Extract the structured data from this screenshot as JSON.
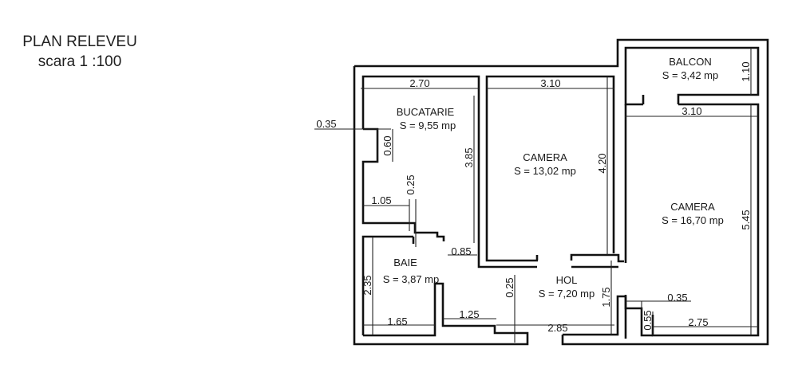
{
  "header": {
    "title": "PLAN RELEVEU",
    "scale": "scara 1 :100"
  },
  "rooms": [
    {
      "name": "BUCATARIE",
      "area": "S = 9,55 mp"
    },
    {
      "name": "CAMERA",
      "area": "S = 13,02 mp"
    },
    {
      "name": "BALCON",
      "area": "S = 3,42 mp"
    },
    {
      "name": "CAMERA",
      "area": "S = 16,70 mp"
    },
    {
      "name": "BAIE",
      "area": "S = 3,87 mp"
    },
    {
      "name": "HOL",
      "area": "S = 7,20 mp"
    }
  ],
  "dimensions": {
    "kitchen_width": "2.70",
    "room1_width": "3.10",
    "room2_width": "3.10",
    "balcony_depth": "1.10",
    "room2_depth": "5.45",
    "room1_depth": "4.20",
    "kitchen_depth": "3.85",
    "kitchen_wall_offset": "0.35",
    "kitchen_niche": "0.60",
    "kitchen_step": "0.25",
    "kitchen_ledge": "1.05",
    "door_gap": "0.85",
    "bath_depth": "2.35",
    "bath_width": "1.65",
    "hall_step_width": "1.25",
    "hall_step_depth": "0.25",
    "hall_width": "2.85",
    "hall_depth": "1.75",
    "corner_offset": "0.35",
    "corner_depth": "0.55",
    "bottom_right_width": "2.75"
  }
}
